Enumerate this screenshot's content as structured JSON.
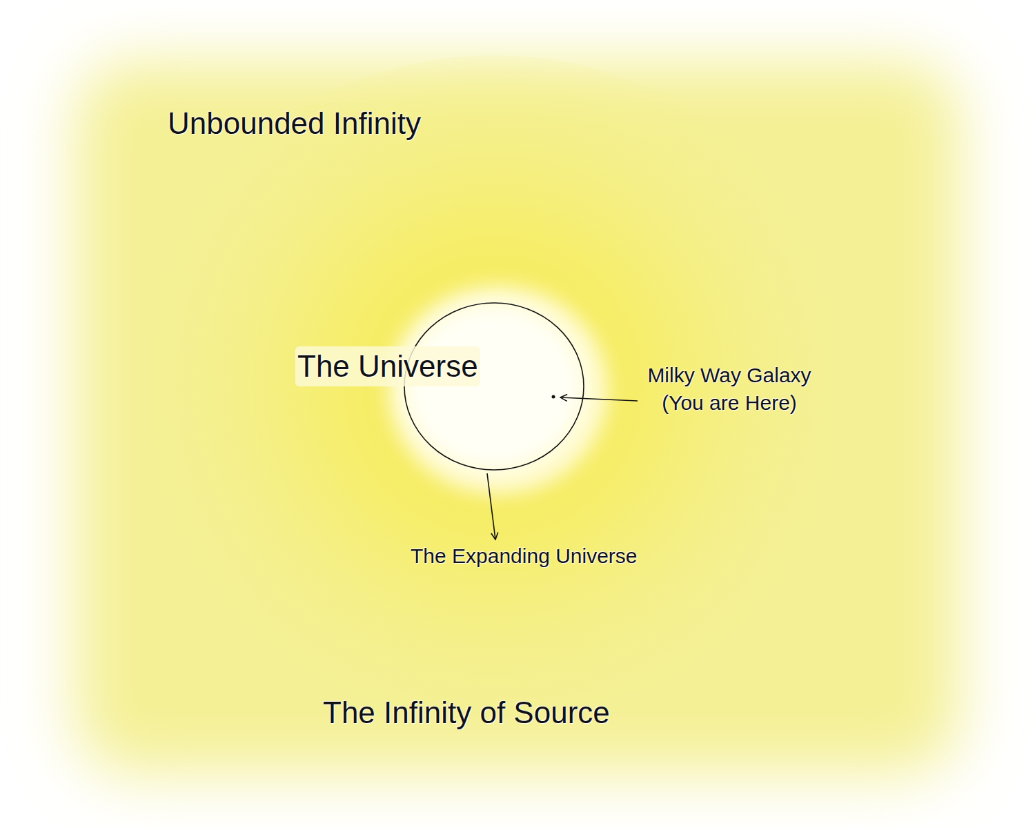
{
  "diagram": {
    "labels": [
      "Unbounded Infinity",
      "The Universe",
      "Milky Way Galaxy (You are Here)",
      "The Expanding Universe",
      "The Infinity of Source"
    ]
  }
}
